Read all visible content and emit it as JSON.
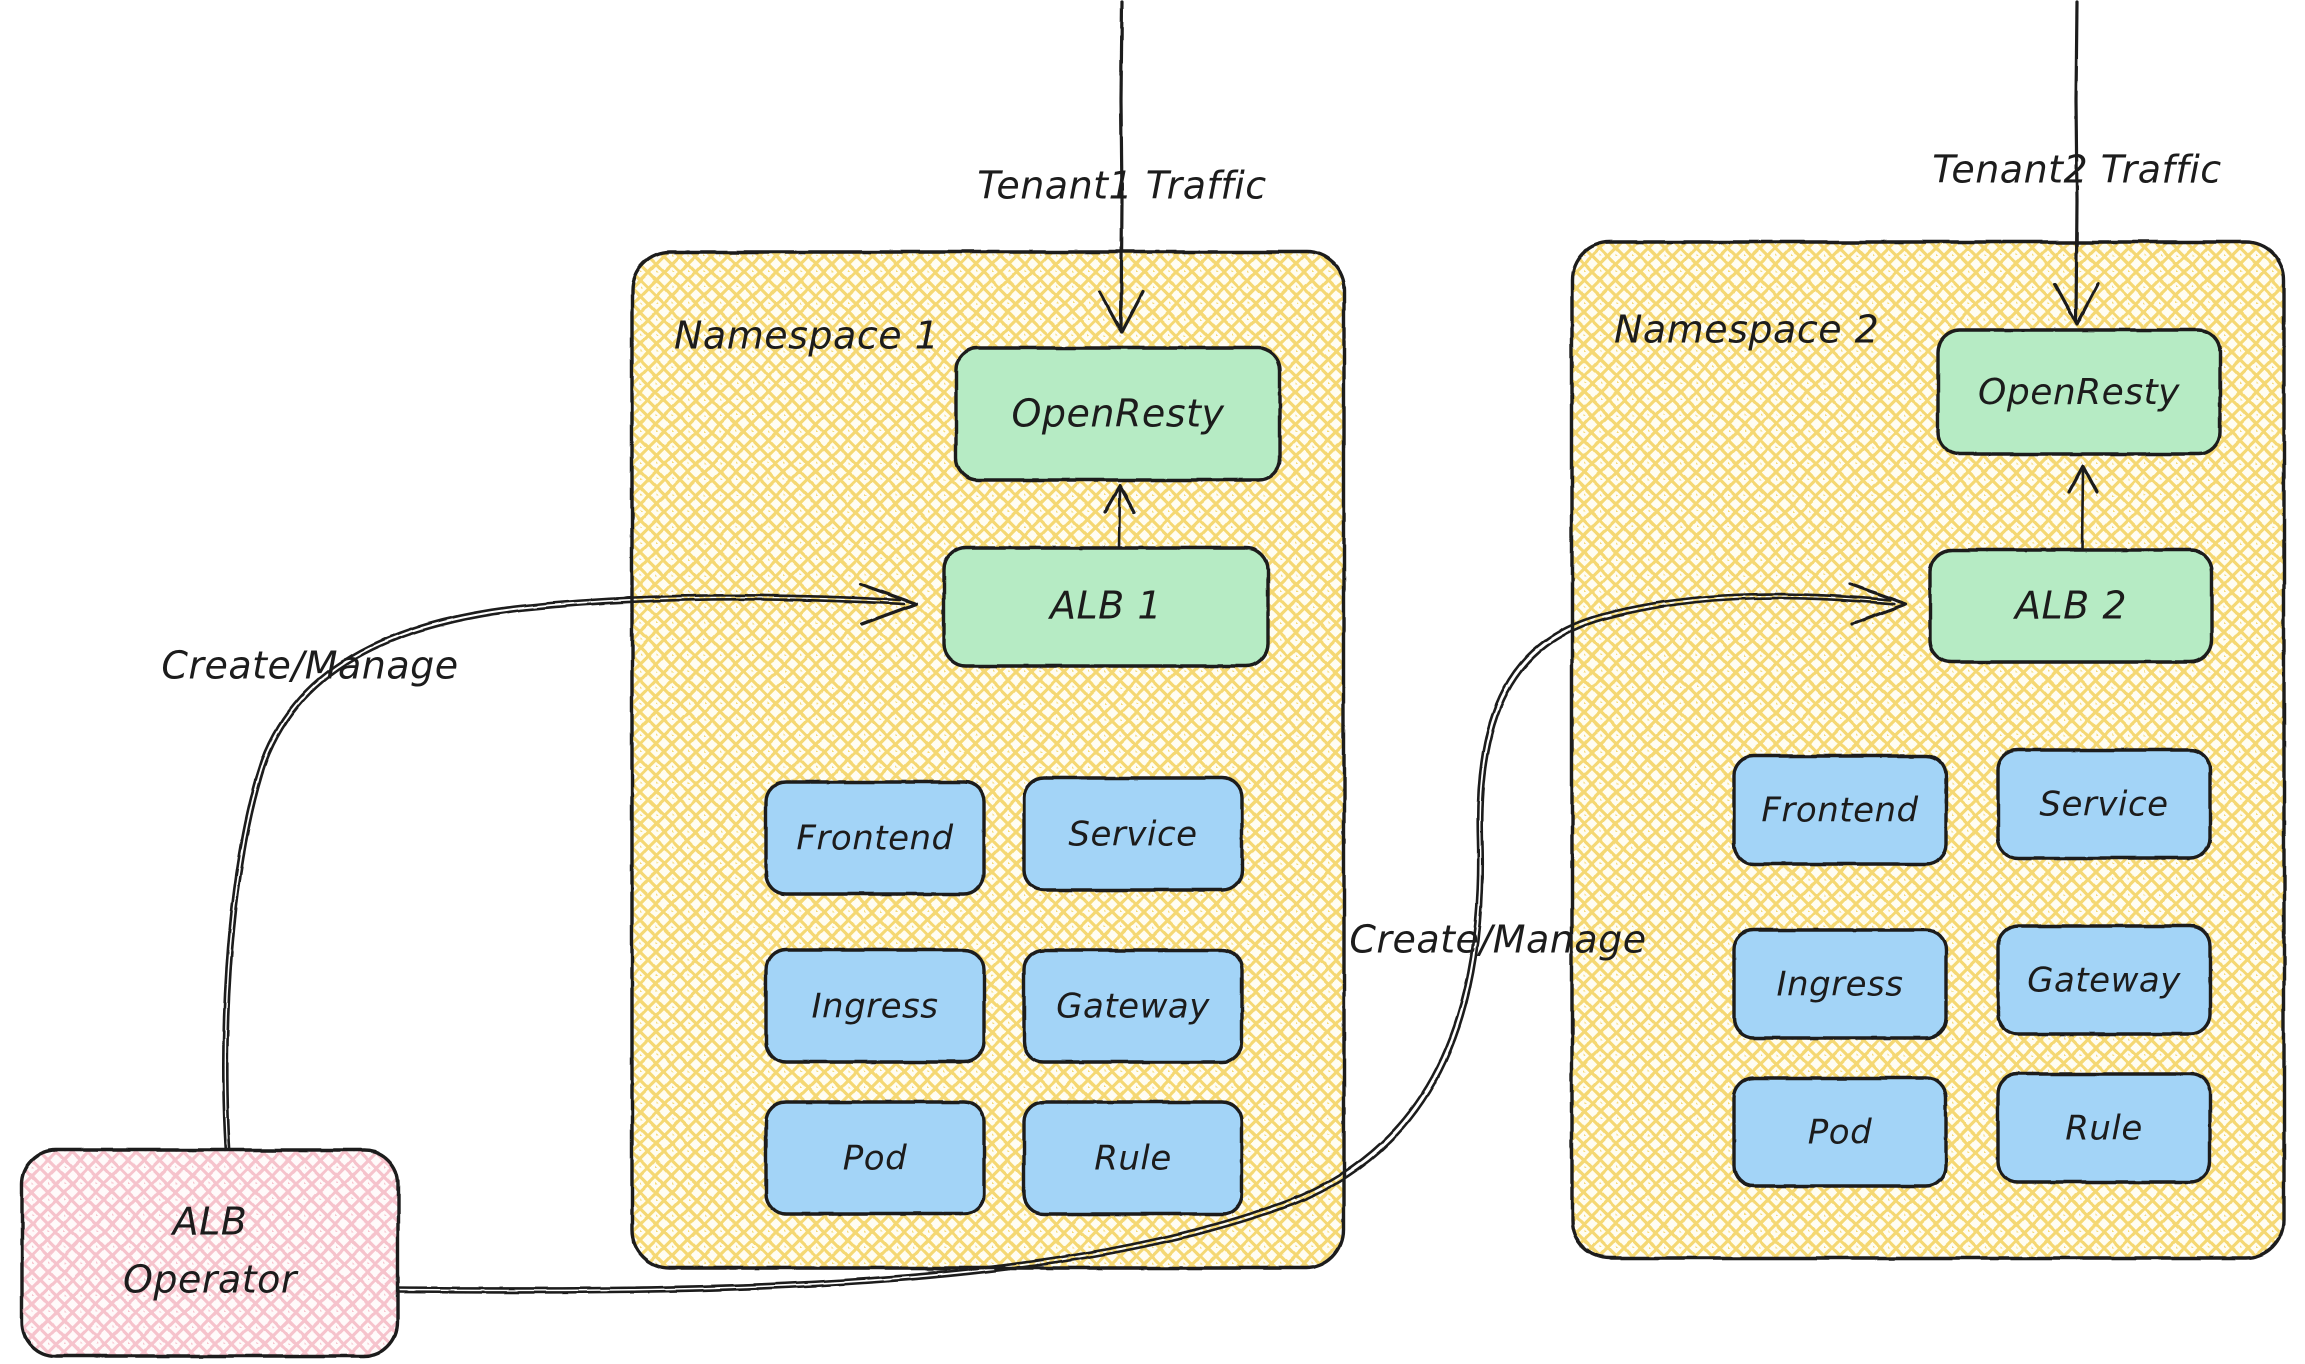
{
  "diagram": {
    "title": "ALB Multi-Tenant Namespace Architecture",
    "background": "#ffffff",
    "colors": {
      "namespace_fill": "#fdf6c8",
      "namespace_hatch": "#f3d35e",
      "service_green": "#b6ebc4",
      "resource_blue": "#a3d4f7",
      "operator_pink": "#fbe0e4",
      "operator_hatch": "#f2bfc8",
      "stroke": "#1b1b1b",
      "text": "#1c1c1c"
    }
  },
  "traffic_inputs": [
    {
      "label": "Tenant1 Traffic",
      "target": "Namespace 1 OpenResty"
    },
    {
      "label": "Tenant2 Traffic",
      "target": "Namespace 2 OpenResty"
    }
  ],
  "namespaces": [
    {
      "name": "Namespace 1",
      "gateway_node": "OpenResty",
      "alb_node": "ALB 1",
      "resources": [
        [
          "Frontend",
          "Service"
        ],
        [
          "Ingress",
          "Gateway"
        ],
        [
          "Pod",
          "Rule"
        ]
      ]
    },
    {
      "name": "Namespace 2",
      "gateway_node": "OpenResty",
      "alb_node": "ALB 2",
      "resources": [
        [
          "Frontend",
          "Service"
        ],
        [
          "Ingress",
          "Gateway"
        ],
        [
          "Pod",
          "Rule"
        ]
      ]
    }
  ],
  "operator": {
    "line1": "ALB",
    "line2": "Operator"
  },
  "edges": [
    {
      "from": "ALB Operator",
      "to": "ALB 1",
      "label": "Create/Manage"
    },
    {
      "from": "ALB Operator",
      "to": "ALB 2",
      "label": "Create/Manage"
    },
    {
      "from": "ALB 1",
      "to": "OpenResty",
      "label": ""
    },
    {
      "from": "ALB 2",
      "to": "OpenResty",
      "label": ""
    }
  ]
}
